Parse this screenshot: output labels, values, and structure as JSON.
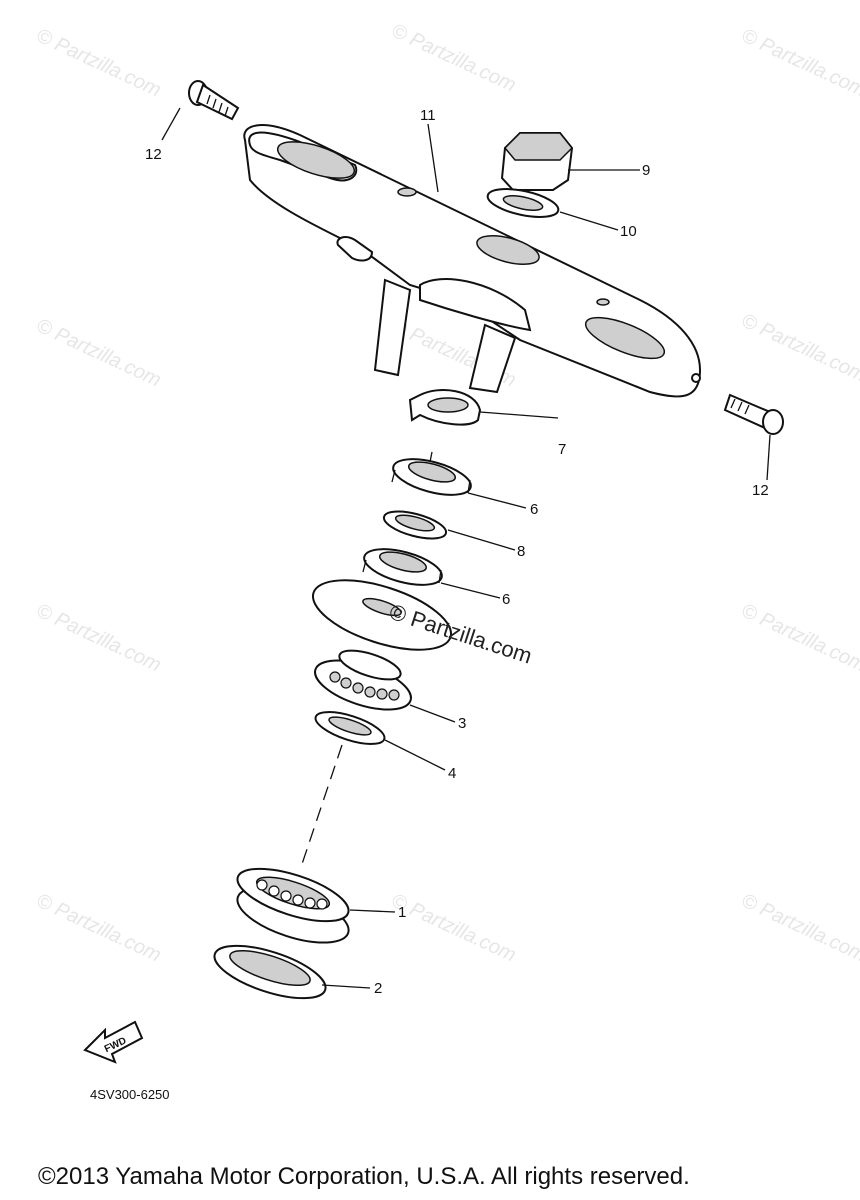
{
  "diagram": {
    "callouts": {
      "c11": "11",
      "c9": "9",
      "c10": "10",
      "c12a": "12",
      "c12b": "12",
      "c7": "7",
      "c6a": "6",
      "c8": "8",
      "c6b": "6",
      "c3": "3",
      "c4": "4",
      "c1": "1",
      "c2": "2"
    },
    "fwd_label": "FWD",
    "reference_code": "4SV300-6250",
    "watermark_text": "© Partzilla.com",
    "center_watermark": "© Partzilla.com"
  },
  "footer": {
    "copyright": "©2013 Yamaha Motor Corporation, U.S.A. All rights reserved."
  }
}
